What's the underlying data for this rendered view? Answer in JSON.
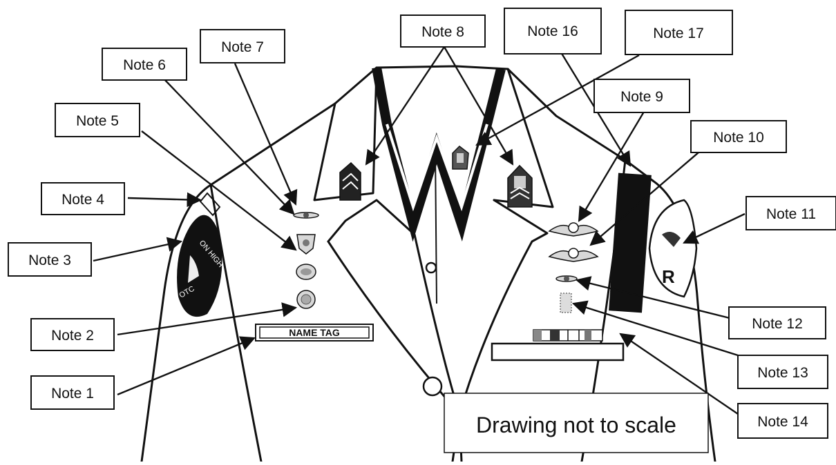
{
  "callouts": {
    "note_1": "Note 1",
    "note_2": "Note 2",
    "note_3": "Note 3",
    "note_4": "Note 4",
    "note_5": "Note 5",
    "note_6": "Note 6",
    "note_7": "Note 7",
    "note_8": "Note 8",
    "note_9": "Note 9",
    "note_10": "Note 10",
    "note_11": "Note 11",
    "note_12": "Note 12",
    "note_13": "Note 13",
    "note_14": "Note 14",
    "note_16": "Note 16",
    "note_17": "Note 17"
  },
  "uniform": {
    "name_tag": "NAME TAG",
    "patch_text_upper": "ON HIGH",
    "patch_text_lower": "OTC",
    "right_patch_text": "R"
  },
  "disclaimer": "Drawing not to scale"
}
